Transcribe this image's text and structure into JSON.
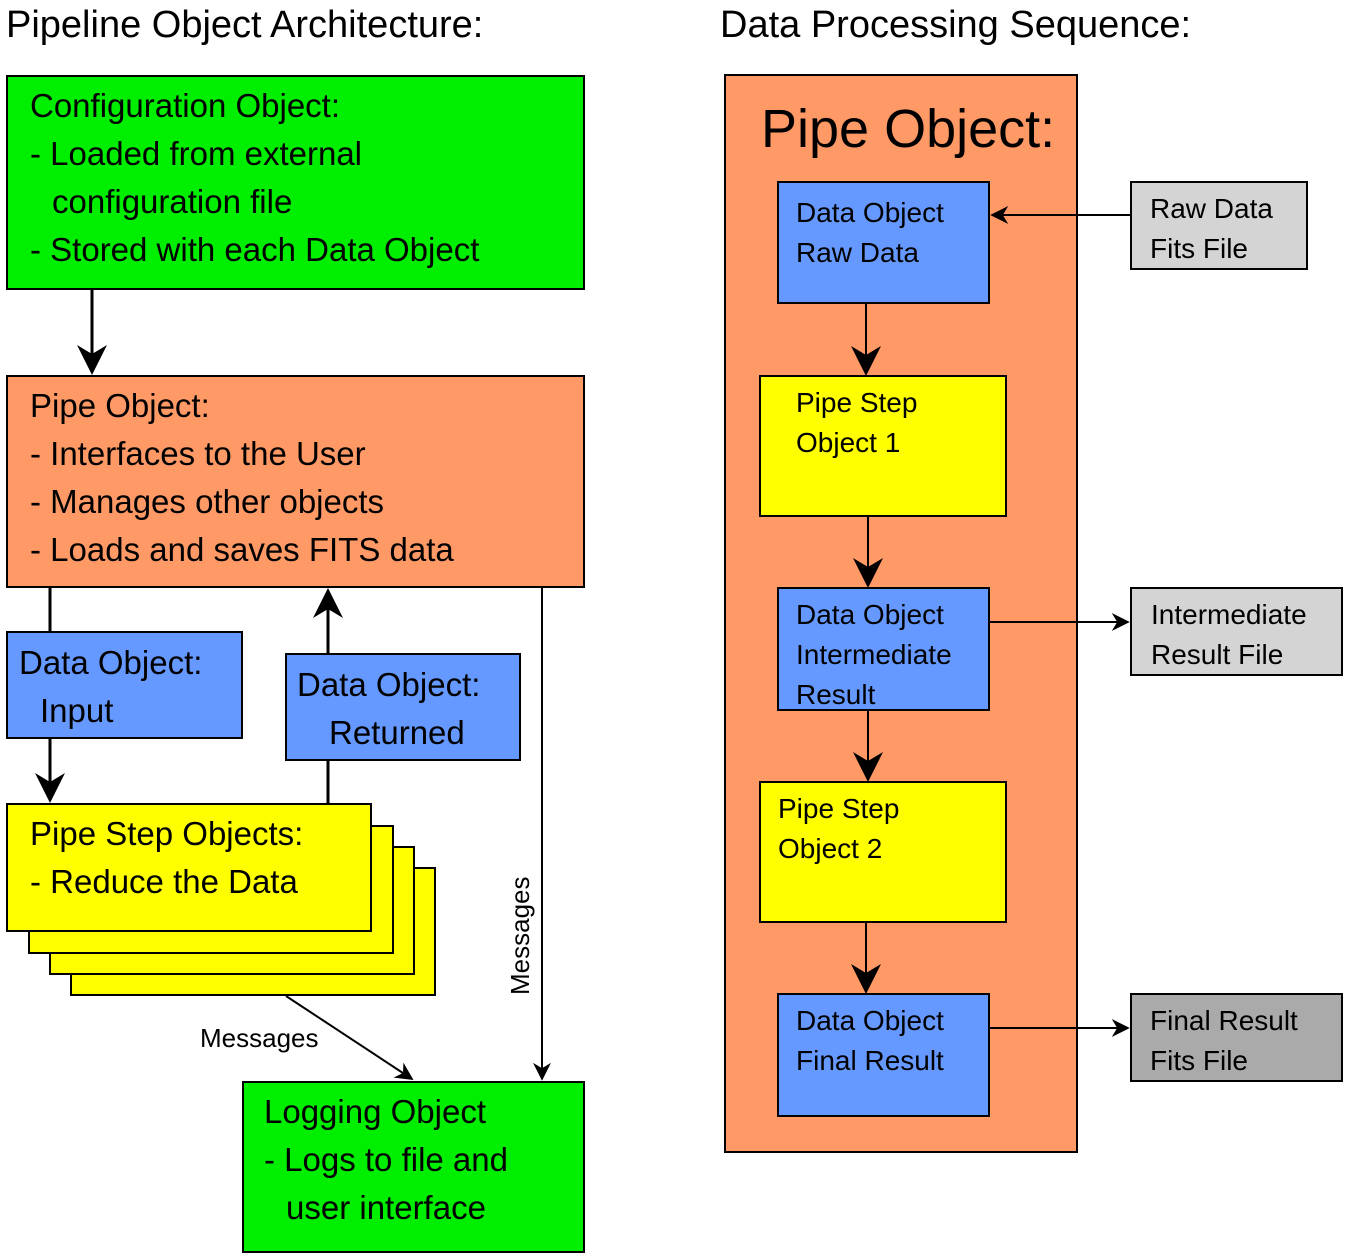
{
  "headings": {
    "left": "Pipeline Object Architecture:",
    "right": "Data Processing Sequence:"
  },
  "colors": {
    "green": "#00ee00",
    "orange": "#ff9966",
    "blue": "#6699ff",
    "yellow": "#ffff00",
    "light_gray": "#d4d4d4",
    "dark_gray": "#aaaaaa"
  },
  "architecture": {
    "config": {
      "title": "Configuration Object:",
      "line1": "- Loaded from external",
      "line2": "configuration file",
      "line3": "- Stored with each Data Object"
    },
    "pipe": {
      "title": "Pipe Object:",
      "line1": "- Interfaces to the User",
      "line2": "- Manages other objects",
      "line3": "- Loads and saves FITS data"
    },
    "data_input": {
      "title": "Data Object:",
      "line1": "Input"
    },
    "data_returned": {
      "title": "Data Object:",
      "line1": "Returned"
    },
    "pipe_steps": {
      "title": "Pipe Step Objects:",
      "line1": "- Reduce the Data"
    },
    "logging": {
      "title": "Logging Object",
      "line1": "- Logs  to file and",
      "line2": "user interface"
    },
    "messages_vertical": "Messages",
    "messages_diagonal": "Messages"
  },
  "sequence": {
    "container_title": "Pipe Object:",
    "raw_data": {
      "line1": "Data Object",
      "line2": "Raw Data"
    },
    "step1": {
      "line1": "Pipe Step",
      "line2": "Object 1"
    },
    "intermediate": {
      "line1": "Data Object",
      "line2": "Intermediate",
      "line3": "Result"
    },
    "step2": {
      "line1": "Pipe Step",
      "line2": "Object 2"
    },
    "final": {
      "line1": "Data Object",
      "line2": "Final Result"
    },
    "raw_file": {
      "line1": "Raw Data",
      "line2": "Fits File"
    },
    "intermediate_file": {
      "line1": "Intermediate",
      "line2": "Result File"
    },
    "final_file": {
      "line1": "Final Result",
      "line2": "Fits File"
    }
  }
}
